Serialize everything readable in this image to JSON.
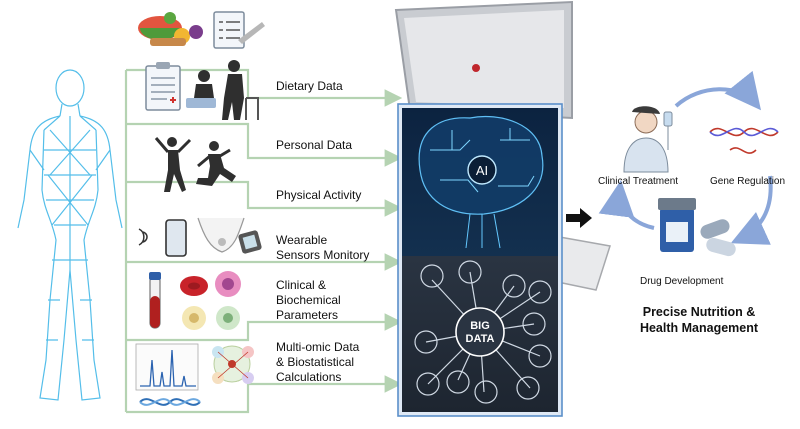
{
  "categories": [
    {
      "id": "dietary",
      "label": "Dietary Data"
    },
    {
      "id": "personal",
      "label": "Personal Data"
    },
    {
      "id": "physical",
      "label": "Physical Activity"
    },
    {
      "id": "wearable",
      "label": "Wearable Sensors Monitory"
    },
    {
      "id": "clinical",
      "label": "Clinical & Biochemical Parameters"
    },
    {
      "id": "multiomic",
      "label": "Multi-omic Data & Biostatistical Calculations"
    }
  ],
  "label_lines": {
    "dietary": [
      "Dietary Data"
    ],
    "personal": [
      "Personal Data"
    ],
    "physical": [
      "Physical Activity"
    ],
    "wearable": [
      "Wearable",
      "Sensors Monitory"
    ],
    "clinical": [
      "Clinical &",
      "Biochemical",
      "Parameters"
    ],
    "multiomic": [
      "Multi-omic Data",
      "& Biostatistical",
      "Calculations"
    ]
  },
  "center": {
    "ai_label": "AI",
    "bigdata_line1": "BIG",
    "bigdata_line2": "DATA"
  },
  "cycle": {
    "clinical_treatment": "Clinical Treatment",
    "gene_regulation": "Gene Regulation",
    "drug_development": "Drug Development"
  },
  "outcome": {
    "line1": "Precise Nutrition &",
    "line2": "Health Management"
  },
  "colors": {
    "connector": "#b5d3b2",
    "screen_frame": "#5b8fc9",
    "screen_dark": "#1c2636",
    "cycle_arrow": "#8aa6d9",
    "body_mesh": "#37b3e6",
    "black_arrow": "#111111"
  }
}
